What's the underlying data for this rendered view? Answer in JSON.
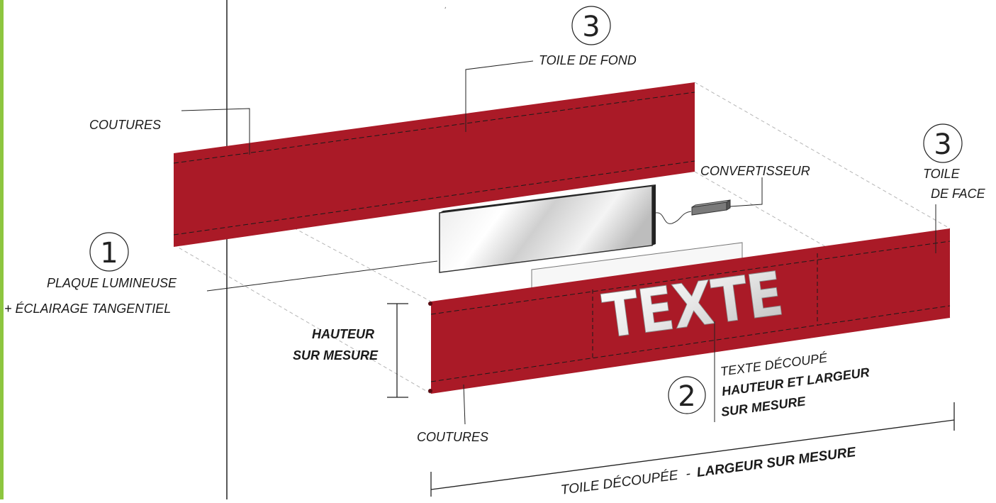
{
  "colors": {
    "fabric": "#aa1a27",
    "side_bar": "#8dc63f",
    "ink": "#1a1a1a"
  },
  "labels": {
    "num_back_fabric": "3",
    "back_fabric": "TOILE DE FOND",
    "seams_top": "COUTURES",
    "converter": "CONVERTISSEUR",
    "num_face_fabric": "3",
    "face_fabric_line1": "TOILE",
    "face_fabric_line2": "DE FACE",
    "num_light_panel": "1",
    "light_panel_line1": "PLAQUE LUMINEUSE",
    "light_panel_line2": "+ ÉCLAIRAGE TANGENTIEL",
    "height_line1": "HAUTEUR",
    "height_line2": "SUR MESURE",
    "cut_text_title": "TEXTE DÉCOUPÉ",
    "cut_text_line1": "HAUTEUR ET LARGEUR",
    "cut_text_line2": "SUR MESURE",
    "num_cut_text": "2",
    "seams_bottom": "COUTURES",
    "width_prefix": "TOILE DÉCOUPÉE",
    "width_dash": "-",
    "width_bold": "LARGEUR SUR MESURE"
  },
  "sign_text": "TEXTE"
}
